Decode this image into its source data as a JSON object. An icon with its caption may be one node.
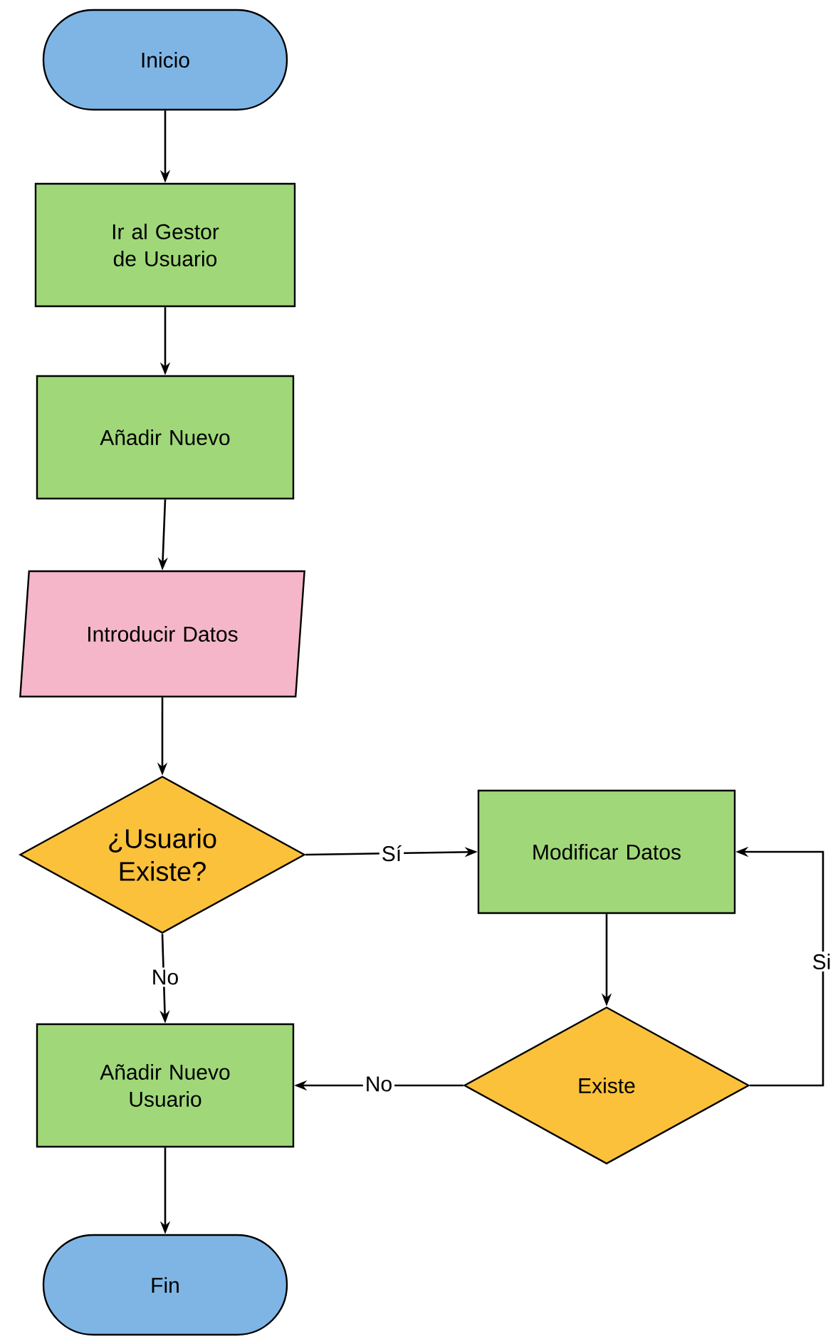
{
  "diagram": {
    "nodes": [
      {
        "text": [
          "Inicio"
        ]
      },
      {
        "text": [
          "Ir al Gestor de Usuario"
        ]
      },
      {
        "text": [
          "Añadir Nuevo"
        ]
      },
      {
        "text": [
          "Introducir Datos"
        ]
      },
      {
        "text": [
          "¿Usuario Existe?"
        ]
      },
      {
        "text": [
          "Modificar Datos"
        ]
      },
      {
        "text": [
          "Existe"
        ]
      },
      {
        "text": [
          "Añadir Nuevo Usuario"
        ]
      },
      {
        "text": [
          "Fin"
        ]
      }
    ],
    "edges": [
      {
        "from": 0,
        "to": 1,
        "arrow": "to"
      },
      {
        "from": 1,
        "to": 2,
        "arrow": "to"
      },
      {
        "from": 2,
        "to": 3,
        "arrow": "to"
      },
      {
        "from": 3,
        "to": 4,
        "arrow": "to"
      },
      {
        "from": 4,
        "to": 5,
        "arrow": "to",
        "label": "Sí"
      },
      {
        "from": 4,
        "to": 7,
        "arrow": "to",
        "label": "No"
      },
      {
        "from": 5,
        "to": 6,
        "arrow": "to"
      },
      {
        "from": 6,
        "to": 7,
        "arrow": "to",
        "label": "No"
      },
      {
        "from": 6,
        "to": 5,
        "arrow": "to",
        "label": "Si"
      },
      {
        "from": 7,
        "to": 8,
        "arrow": "to"
      }
    ]
  }
}
